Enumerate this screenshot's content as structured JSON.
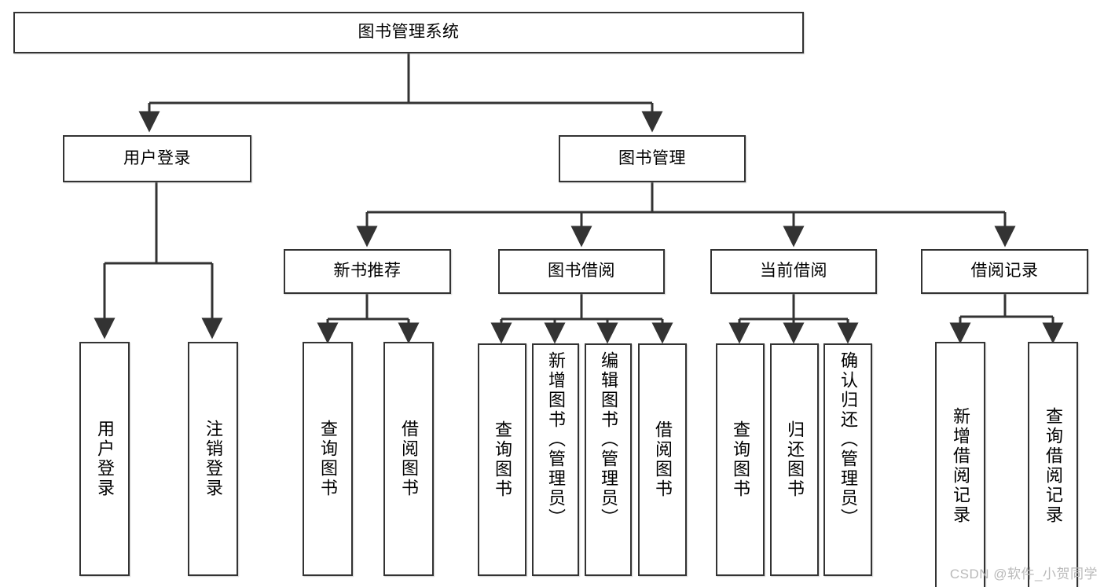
{
  "diagram": {
    "type": "tree",
    "title_node": {
      "id": "root",
      "label": "图书管理系统"
    },
    "level2": [
      {
        "id": "user_login",
        "label": "用户登录"
      },
      {
        "id": "book_mgmt",
        "label": "图书管理"
      }
    ],
    "level3": [
      {
        "id": "new_book_rec",
        "label": "新书推荐",
        "parent": "book_mgmt"
      },
      {
        "id": "book_borrow",
        "label": "图书借阅",
        "parent": "book_mgmt"
      },
      {
        "id": "current_borrow",
        "label": "当前借阅",
        "parent": "book_mgmt"
      },
      {
        "id": "borrow_record",
        "label": "借阅记录",
        "parent": "book_mgmt"
      }
    ],
    "leaves": [
      {
        "id": "leaf_user_login",
        "label": "用户登录",
        "parent": "user_login"
      },
      {
        "id": "leaf_user_logout",
        "label": "注销登录",
        "parent": "user_login"
      },
      {
        "id": "leaf_rec_query",
        "label": "查询图书",
        "parent": "new_book_rec"
      },
      {
        "id": "leaf_rec_borrow",
        "label": "借阅图书",
        "parent": "new_book_rec"
      },
      {
        "id": "leaf_bb_query",
        "label": "查询图书",
        "parent": "book_borrow"
      },
      {
        "id": "leaf_bb_add",
        "label": "新增图书（管理员）",
        "parent": "book_borrow"
      },
      {
        "id": "leaf_bb_edit",
        "label": "编辑图书（管理员）",
        "parent": "book_borrow"
      },
      {
        "id": "leaf_bb_borrow",
        "label": "借阅图书",
        "parent": "book_borrow"
      },
      {
        "id": "leaf_cb_query",
        "label": "查询图书",
        "parent": "current_borrow"
      },
      {
        "id": "leaf_cb_return",
        "label": "归还图书",
        "parent": "current_borrow"
      },
      {
        "id": "leaf_cb_confirm",
        "label": "确认归还（管理员）",
        "parent": "current_borrow"
      },
      {
        "id": "leaf_br_add",
        "label": "新增借阅记录",
        "parent": "borrow_record"
      },
      {
        "id": "leaf_br_query",
        "label": "查询借阅记录",
        "parent": "borrow_record"
      }
    ]
  },
  "watermark": {
    "text": "CSDN @软件_小贺同学"
  },
  "colors": {
    "border": "#333333",
    "fill": "#ffffff",
    "background": "#ffffff",
    "watermark": "#b9b9b9"
  }
}
